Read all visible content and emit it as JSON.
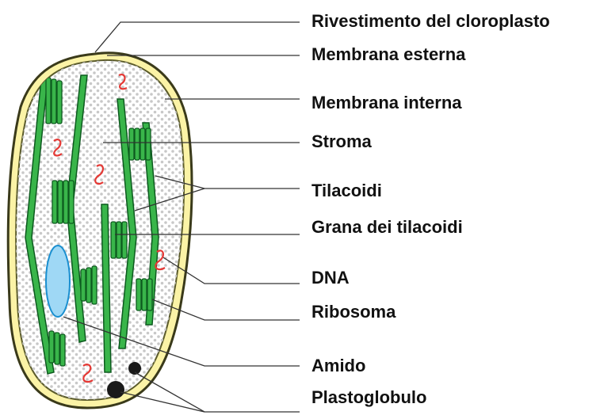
{
  "labels": {
    "coat": "Rivestimento del cloroplasto",
    "outer_membrane": "Membrana esterna",
    "inner_membrane": "Membrana interna",
    "stroma": "Stroma",
    "thylakoids": "Tilacoidi",
    "grana": "Grana dei tilacoidi",
    "dna": "DNA",
    "ribosome": "Ribosoma",
    "starch": "Amido",
    "plastoglobule": "Plastoglobulo"
  },
  "colors": {
    "outer_membrane": "#3a3a1a",
    "membrane_fill": "#fbf3a6",
    "stroma_dots": "#c8c8c8",
    "thylakoid_fill": "#39b54a",
    "thylakoid_stroke": "#0c5a1e",
    "dna": "#e53935",
    "starch_fill": "#9fd8f5",
    "starch_stroke": "#1a8fd0",
    "plastoglobule": "#1a1a1a",
    "leader_line": "#333333"
  }
}
